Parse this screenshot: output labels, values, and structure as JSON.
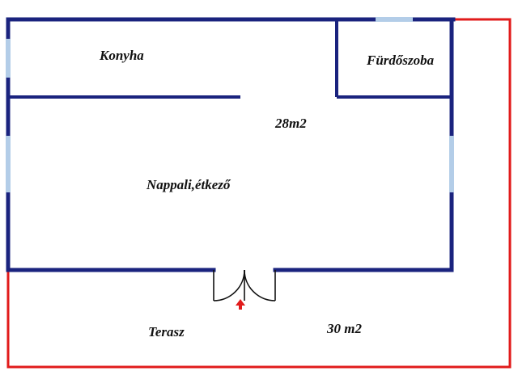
{
  "floor_plan": {
    "rooms": {
      "kitchen": "Konyha",
      "bathroom": "Fürdőszoba",
      "living_dining": "Nappali,étkező",
      "terrace": "Terasz"
    },
    "areas": {
      "interior": "28m2",
      "terrace": "30 m2"
    }
  },
  "colors": {
    "wall": "#1a237e",
    "window": "#b3cde8",
    "terrace_outline": "#e11b1b",
    "entrance_arrow": "#e11b1b",
    "door": "#111111"
  }
}
